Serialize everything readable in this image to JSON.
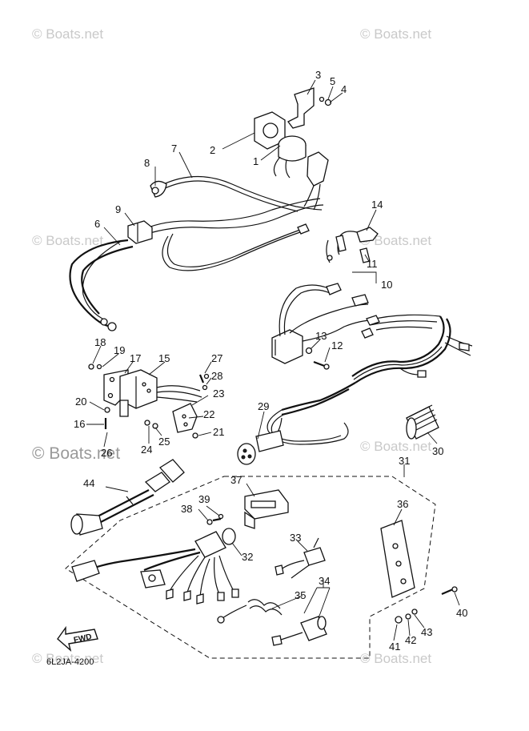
{
  "watermark": "© Boats.net",
  "diagram_code": "6L2JA-4200",
  "fwd_label": "FWD",
  "callouts": [
    "1",
    "2",
    "3",
    "4",
    "5",
    "6",
    "7",
    "8",
    "9",
    "10",
    "11",
    "12",
    "13",
    "14",
    "15",
    "16",
    "17",
    "18",
    "19",
    "20",
    "21",
    "22",
    "23",
    "24",
    "25",
    "26",
    "27",
    "28",
    "29",
    "30",
    "31",
    "32",
    "33",
    "34",
    "35",
    "36",
    "37",
    "38",
    "39",
    "40",
    "41",
    "42",
    "43",
    "44"
  ]
}
